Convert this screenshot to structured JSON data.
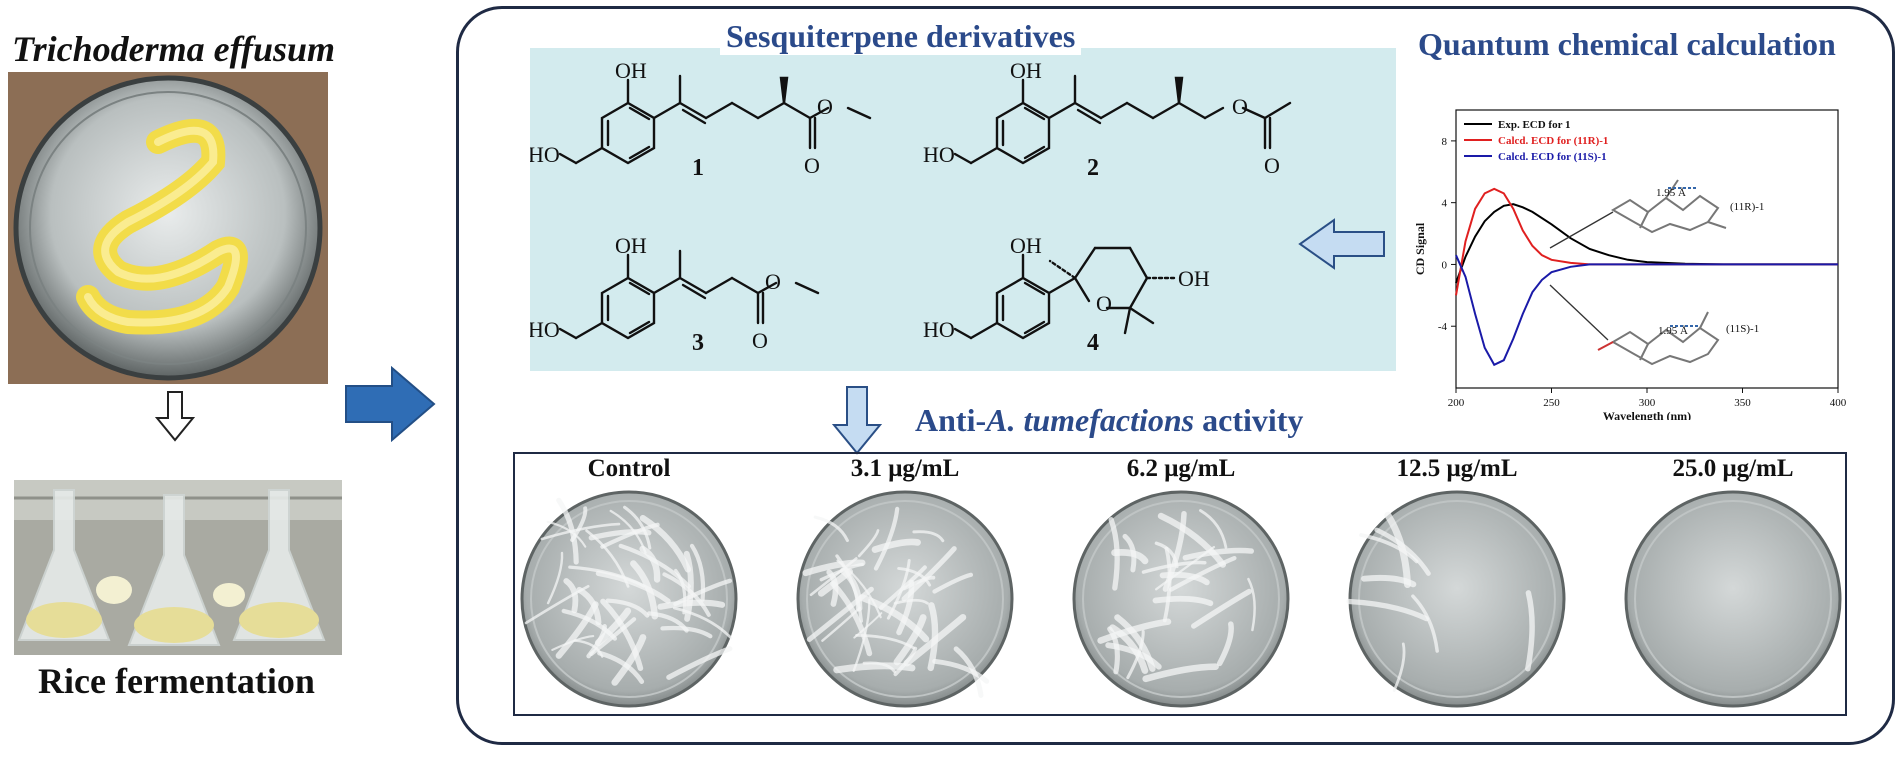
{
  "left": {
    "organism": "Trichoderma effusum",
    "process": "Rice fermentation"
  },
  "sections": {
    "compounds_title": "Sesquiterpene derivatives",
    "calc_title": "Quantum chemical calculation",
    "activity_title_prefix": "Anti-",
    "activity_title_italic": "A. tumefactions",
    "activity_title_suffix": " activity"
  },
  "compounds": [
    {
      "number": "1",
      "labels": [
        "OH",
        "HO"
      ]
    },
    {
      "number": "2",
      "labels": [
        "OH",
        "HO"
      ]
    },
    {
      "number": "3",
      "labels": [
        "OH",
        "HO"
      ]
    },
    {
      "number": "4",
      "labels": [
        "OH",
        "HO",
        "OH"
      ]
    }
  ],
  "plates": [
    {
      "label": "Control",
      "growth": 1.0
    },
    {
      "label": "3.1 μg/mL",
      "growth": 0.9
    },
    {
      "label": "6.2 μg/mL",
      "growth": 0.6
    },
    {
      "label": "12.5 μg/mL",
      "growth": 0.2
    },
    {
      "label": "25.0 μg/mL",
      "growth": 0.0
    }
  ],
  "colors": {
    "accent_blue": "#2f6db5",
    "title_blue": "#2b4a8a",
    "chem_bg": "#d3ebee",
    "arrow_light": "#c5dcf2"
  },
  "chart_data": {
    "type": "line",
    "xlabel": "Wavelength (nm)",
    "ylabel": "CD Signal",
    "xlim": [
      200,
      400
    ],
    "ylim": [
      -8,
      10
    ],
    "xticks": [
      200,
      250,
      300,
      350,
      400
    ],
    "yticks": [
      -4,
      0,
      4,
      8
    ],
    "legend_position": "top-left",
    "series": [
      {
        "name": "Exp. ECD for 1",
        "color": "#000000",
        "x": [
          200,
          205,
          210,
          215,
          220,
          225,
          230,
          235,
          240,
          250,
          260,
          270,
          280,
          290,
          300,
          320,
          340,
          360,
          380,
          400
        ],
        "y": [
          -1.2,
          0.5,
          1.8,
          2.8,
          3.4,
          3.8,
          3.9,
          3.7,
          3.4,
          2.6,
          1.7,
          1.0,
          0.6,
          0.3,
          0.15,
          0.05,
          0.0,
          0.0,
          0.0,
          0.0
        ]
      },
      {
        "name": "Calcd. ECD for (11R)-1",
        "color": "#e02020",
        "x": [
          200,
          205,
          210,
          215,
          220,
          225,
          230,
          235,
          240,
          245,
          250,
          260,
          270,
          280,
          300,
          330,
          360,
          400
        ],
        "y": [
          -2.0,
          1.5,
          3.6,
          4.6,
          4.9,
          4.6,
          3.6,
          2.2,
          1.2,
          0.6,
          0.3,
          0.1,
          0.0,
          0.0,
          0.0,
          0.0,
          0.0,
          0.0
        ]
      },
      {
        "name": "Calcd. ECD for (11S)-1",
        "color": "#1a1aa8",
        "x": [
          200,
          205,
          210,
          215,
          220,
          225,
          230,
          235,
          240,
          245,
          250,
          260,
          270,
          280,
          300,
          330,
          360,
          400
        ],
        "y": [
          0.6,
          -0.8,
          -3.2,
          -5.4,
          -6.5,
          -6.2,
          -4.8,
          -3.2,
          -1.8,
          -1.0,
          -0.5,
          -0.15,
          0.0,
          0.0,
          0.0,
          0.0,
          0.0,
          0.0
        ]
      }
    ],
    "annotations": [
      "1.95 Å",
      "(11R)-1",
      "1.95 Å",
      "(11S)-1"
    ]
  }
}
